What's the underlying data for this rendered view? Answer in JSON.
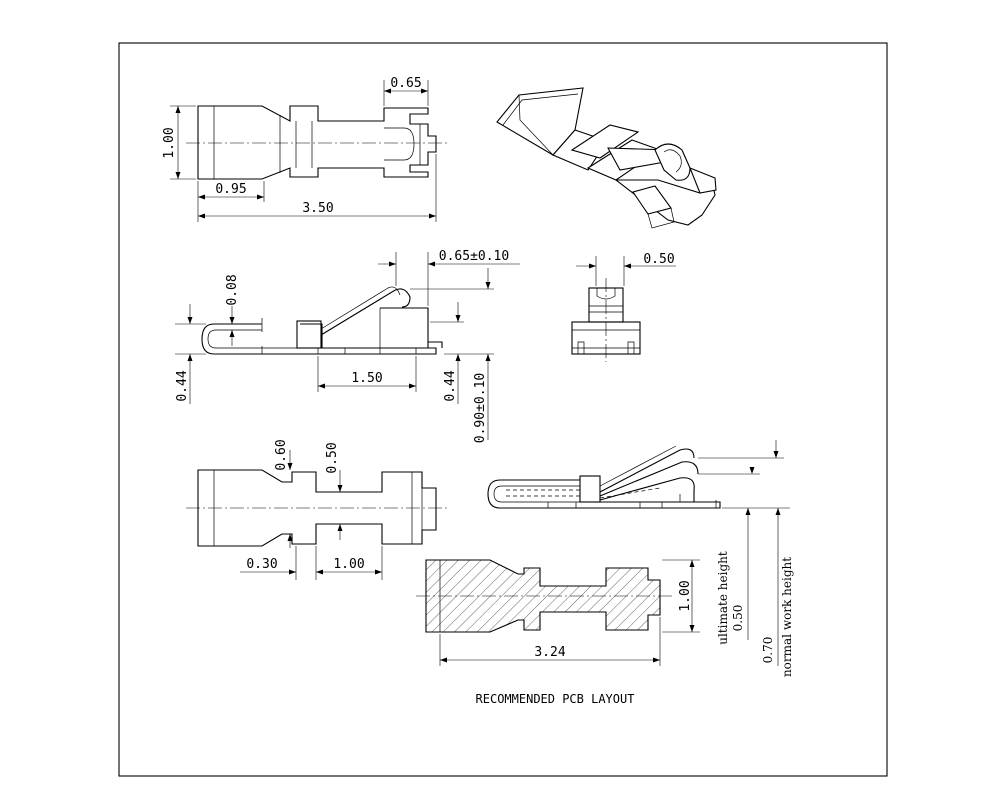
{
  "top_view": {
    "width_label": "1.00",
    "flange_label": "0.65",
    "length_label": "3.50",
    "head_label": "0.95"
  },
  "side_view": {
    "gap_label": "0.08",
    "tip_label": "0.65±0.10",
    "base_label": "0.44",
    "span_label": "1.50",
    "base_label_right": "0.44",
    "height_label": "0.90±0.10"
  },
  "end_view": {
    "width_label": "0.50"
  },
  "flat_view": {
    "notch1_label": "0.60",
    "notch2_label": "0.50",
    "offset_label": "0.30",
    "pitch_label": "1.00"
  },
  "pcb_layout": {
    "title": "RECOMMENDED PCB LAYOUT",
    "width_label": "1.00",
    "length_label": "3.24"
  },
  "heights": {
    "ultimate_label": "ultimate height",
    "ultimate_value": "0.50",
    "normal_label": "normal work height",
    "normal_value": "0.70"
  }
}
